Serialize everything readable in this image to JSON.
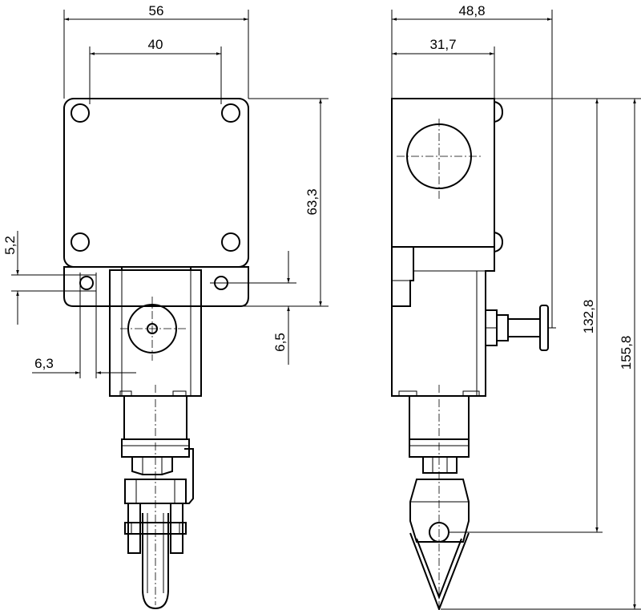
{
  "dimensions": {
    "front_width_outer": "56",
    "front_width_inner": "40",
    "front_height_upper": "63,3",
    "front_tab_height": "5,2",
    "front_hole_offset": "6,5",
    "front_side_offset": "6,3",
    "side_width_outer": "48,8",
    "side_width_inner": "31,7",
    "side_height_axis": "132,8",
    "side_height_total": "155,8"
  }
}
